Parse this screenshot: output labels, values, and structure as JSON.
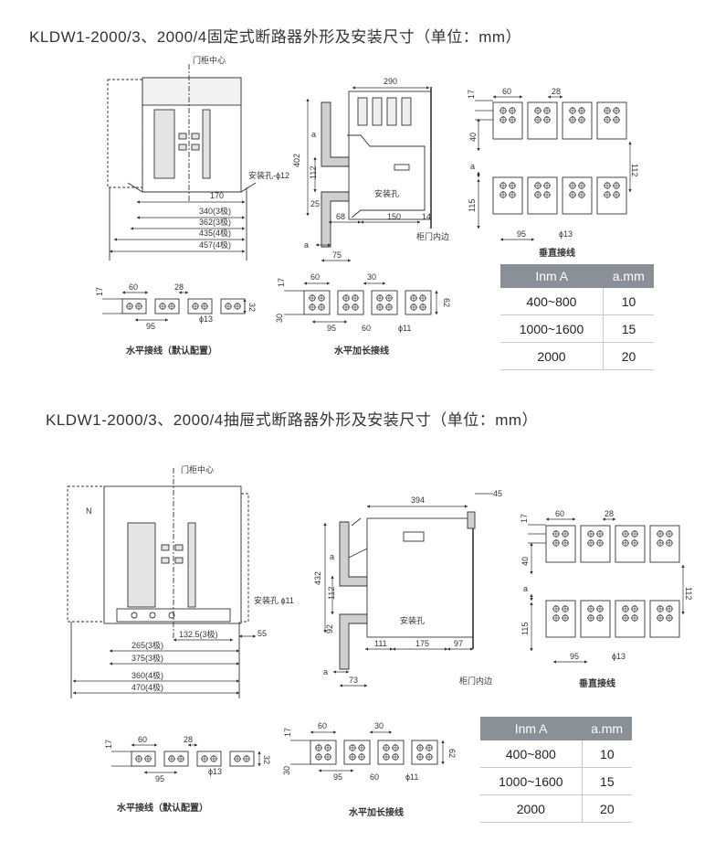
{
  "titles": {
    "fixed": "KLDW1-2000/3、2000/4固定式断路器外形及安装尺寸（单位：mm）",
    "drawout": "KLDW1-2000/3、2000/4抽屉式断路器外形及安装尺寸（单位：mm）"
  },
  "fixed": {
    "front": {
      "center_label": "门柜中心",
      "hole_label": "安装孔-ϕ12",
      "dims": [
        "170",
        "340(3极)",
        "362(3极)",
        "435(4极)",
        "457(4极)"
      ]
    },
    "side": {
      "dims": [
        "290",
        "402",
        "a",
        "112",
        "25",
        "68",
        "150",
        "14",
        "a",
        "75"
      ],
      "hole_label": "安装孔",
      "door_label": "柜门内边"
    },
    "vertical": {
      "dims": [
        "17",
        "60",
        "28",
        "40",
        "a",
        "112",
        "115",
        "95",
        "ϕ13"
      ],
      "caption": "垂直接线"
    },
    "horizontal": {
      "dims": [
        "17",
        "60",
        "28",
        "32",
        "95",
        "ϕ13"
      ],
      "caption": "水平接线（默认配置）"
    },
    "extended": {
      "dims": [
        "60",
        "30",
        "17",
        "62",
        "30",
        "95",
        "60",
        "ϕ11"
      ],
      "caption": "水平加长接线"
    },
    "table": {
      "headers": [
        "Inm A",
        "a.mm"
      ],
      "rows": [
        [
          "400~800",
          "10"
        ],
        [
          "1000~1600",
          "15"
        ],
        [
          "2000",
          "20"
        ]
      ]
    }
  },
  "drawout": {
    "front": {
      "center_label": "门柜中心",
      "n_label": "N",
      "hole_label": "安装孔 ϕ11",
      "dims": [
        "132.5(3极)",
        "55",
        "265(3极)",
        "375(3极)",
        "360(4极)",
        "470(4极)"
      ]
    },
    "side": {
      "dims": [
        "394",
        "45",
        "432",
        "a",
        "112",
        "92",
        "111",
        "175",
        "97",
        "a",
        "73"
      ],
      "hole_label": "安装孔",
      "door_label": "柜门内边"
    },
    "vertical": {
      "dims": [
        "17",
        "60",
        "28",
        "40",
        "a",
        "112",
        "115",
        "95",
        "ϕ13"
      ],
      "caption": "垂直接线"
    },
    "horizontal": {
      "dims": [
        "17",
        "60",
        "28",
        "32",
        "95",
        "ϕ13"
      ],
      "caption": "水平接线（默认配置）"
    },
    "extended": {
      "dims": [
        "60",
        "30",
        "17",
        "62",
        "30",
        "95",
        "60",
        "ϕ11"
      ],
      "caption": "水平加长接线"
    },
    "table": {
      "headers": [
        "Inm A",
        "a.mm"
      ],
      "rows": [
        [
          "400~800",
          "10"
        ],
        [
          "1000~1600",
          "15"
        ],
        [
          "2000",
          "20"
        ]
      ]
    }
  }
}
